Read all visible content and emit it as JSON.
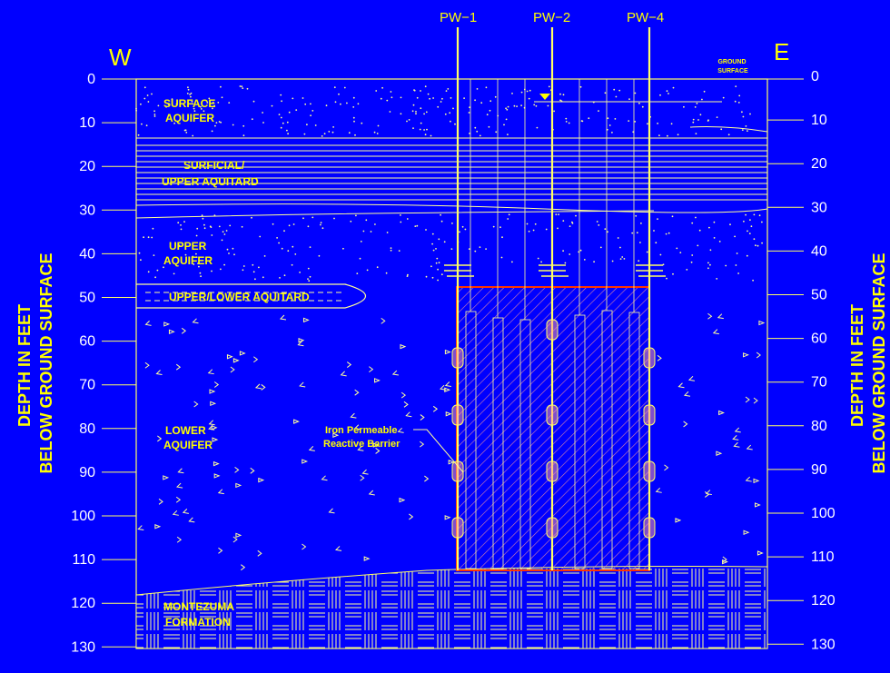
{
  "compass": {
    "west": "W",
    "east": "E"
  },
  "ground_surface": [
    "GROUND",
    "SURFACE"
  ],
  "axis_title": [
    "DEPTH IN FEET",
    "BELOW GROUND SURFACE"
  ],
  "depth_ticks": [
    "0",
    "10",
    "20",
    "30",
    "40",
    "50",
    "60",
    "70",
    "80",
    "90",
    "100",
    "110",
    "120",
    "130"
  ],
  "wells": [
    "PW−1",
    "PW−2",
    "PW−4"
  ],
  "layers": {
    "surface_aquifer": [
      "SURFACE",
      "AQUIFER"
    ],
    "upper_aquitard": [
      "SURFICIAL/",
      "UPPER AQUITARD"
    ],
    "upper_aquifer": [
      "UPPER",
      "AQUIFER"
    ],
    "upper_lower_aquitard": "UPPER/LOWER AQUITARD",
    "lower_aquifer": [
      "LOWER",
      "AQUIFER"
    ],
    "montezuma": [
      "MONTEZUMA",
      "FORMATION"
    ]
  },
  "barrier_label": [
    "Iron Permeable",
    "Reactive Barrier"
  ],
  "colors": {
    "background": "#0000ff",
    "lines": "#ffff66",
    "labels": "#ffff00",
    "ticks": "#ffffff",
    "barrier_outline": "#ff3300"
  }
}
